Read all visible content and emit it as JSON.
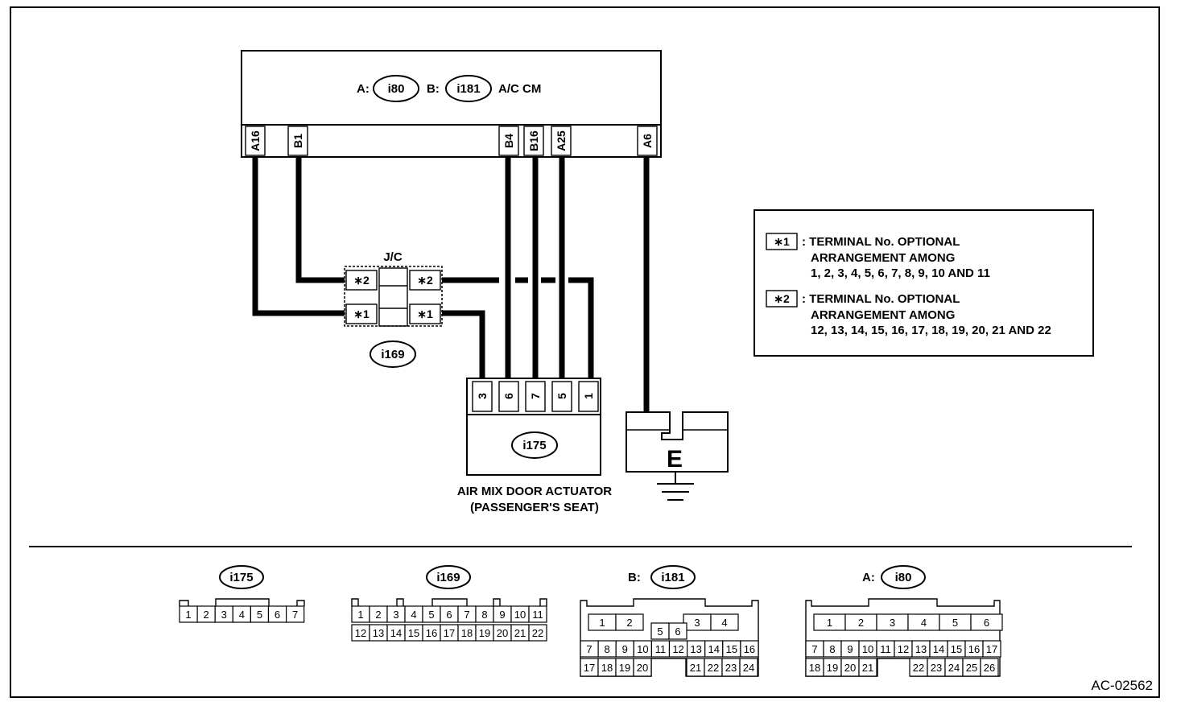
{
  "module": {
    "a_prefix": "A:",
    "a_conn": "i80",
    "b_prefix": "B:",
    "b_conn": "i181",
    "name": "A/C CM",
    "pins": [
      "A16",
      "B1",
      "B4",
      "B16",
      "A25",
      "A6"
    ]
  },
  "jc": {
    "label": "J/C",
    "conn": "i169",
    "pin_star2": "∗2",
    "pin_star1": "∗1"
  },
  "actuator": {
    "conn": "i175",
    "pins": [
      "3",
      "6",
      "7",
      "5",
      "1"
    ],
    "label_line1": "AIR MIX DOOR ACTUATOR",
    "label_line2": "(PASSENGER'S SEAT)"
  },
  "ground": {
    "label": "E"
  },
  "legend": {
    "key1": "∗1",
    "text1_line1": ": TERMINAL No. OPTIONAL",
    "text1_line2": "ARRANGEMENT AMONG",
    "text1_line3": "1, 2, 3, 4, 5, 6, 7, 8, 9, 10 AND 11",
    "key2": "∗2",
    "text2_line1": ": TERMINAL No. OPTIONAL",
    "text2_line2": "ARRANGEMENT AMONG",
    "text2_line3": "12, 13, 14, 15, 16, 17, 18, 19, 20, 21 AND 22"
  },
  "connectors": {
    "i175": {
      "name": "i175",
      "row1": [
        "1",
        "2",
        "3",
        "4",
        "5",
        "6",
        "7"
      ]
    },
    "i169": {
      "name": "i169",
      "row1": [
        "1",
        "2",
        "3",
        "4",
        "5",
        "6",
        "7",
        "8",
        "9",
        "10",
        "11"
      ],
      "row2": [
        "12",
        "13",
        "14",
        "15",
        "16",
        "17",
        "18",
        "19",
        "20",
        "21",
        "22"
      ]
    },
    "i181": {
      "prefix": "B:",
      "name": "i181",
      "top": [
        "1",
        "2",
        "3",
        "4"
      ],
      "mid": [
        "5",
        "6"
      ],
      "row1": [
        "7",
        "8",
        "9",
        "10",
        "11",
        "12",
        "13",
        "14",
        "15",
        "16"
      ],
      "row2": [
        "17",
        "18",
        "19",
        "20",
        "21",
        "22",
        "23",
        "24"
      ]
    },
    "i80": {
      "prefix": "A:",
      "name": "i80",
      "top": [
        "1",
        "2",
        "3",
        "4",
        "5",
        "6"
      ],
      "row1": [
        "7",
        "8",
        "9",
        "10",
        "11",
        "12",
        "13",
        "14",
        "15",
        "16",
        "17"
      ],
      "row2": [
        "18",
        "19",
        "20",
        "21",
        "22",
        "23",
        "24",
        "25",
        "26"
      ]
    }
  },
  "figure_id": "AC-02562"
}
